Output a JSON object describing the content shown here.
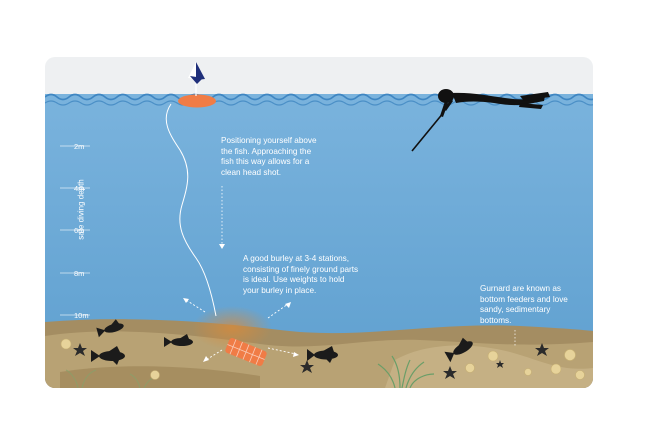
{
  "depth_scale": {
    "label": "safe diving depth",
    "marks": [
      "2m",
      "4m",
      "6m",
      "8m",
      "10m"
    ]
  },
  "annotations": {
    "positioning": "Positioning yourself above the fish. Approaching the fish this way allows for a clean head shot.",
    "burley": "A good burley at 3-4 stations, consisting of finely ground parts is ideal. Use weights to hold your burley in place.",
    "gurnard": "Gurnard are known as bottom feeders and love sandy, sedimentary bottoms."
  },
  "colors": {
    "sky": "#eef0f2",
    "water": "#69a6d4",
    "water_deep": "#5a9bcc",
    "seabed": "#b69f73",
    "buoy": "#f07c46",
    "diver": "#111111"
  }
}
